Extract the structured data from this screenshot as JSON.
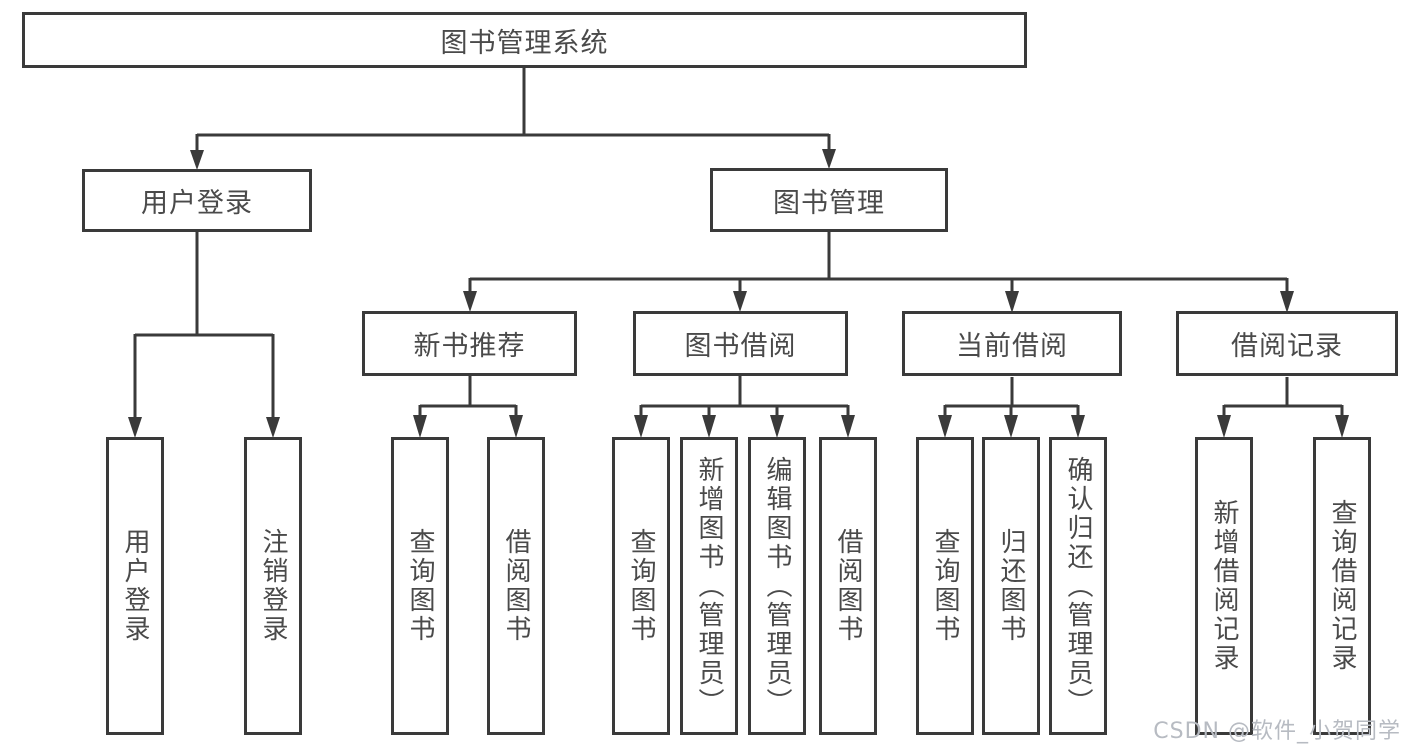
{
  "diagram": {
    "root": {
      "label": "图书管理系统"
    },
    "level2": [
      {
        "label": "用户登录"
      },
      {
        "label": "图书管理"
      }
    ],
    "level3": [
      {
        "label": "新书推荐"
      },
      {
        "label": "图书借阅"
      },
      {
        "label": "当前借阅"
      },
      {
        "label": "借阅记录"
      }
    ],
    "leaves": [
      {
        "label": "用户登录"
      },
      {
        "label": "注销登录"
      },
      {
        "label": "查询图书"
      },
      {
        "label": "借阅图书"
      },
      {
        "label": "查询图书"
      },
      {
        "label": "新增图书（管理员）"
      },
      {
        "label": "编辑图书（管理员）"
      },
      {
        "label": "借阅图书"
      },
      {
        "label": "查询图书"
      },
      {
        "label": "归还图书"
      },
      {
        "label": "确认归还（管理员）"
      },
      {
        "label": "新增借阅记录"
      },
      {
        "label": "查询借阅记录"
      }
    ]
  },
  "watermark": {
    "text": "CSDN @软件_小贺同学"
  },
  "colors": {
    "line": "#3a3a3a",
    "text": "#4a4a4a",
    "watermark_text": "#b7bbc2",
    "background": "#ffffff"
  }
}
